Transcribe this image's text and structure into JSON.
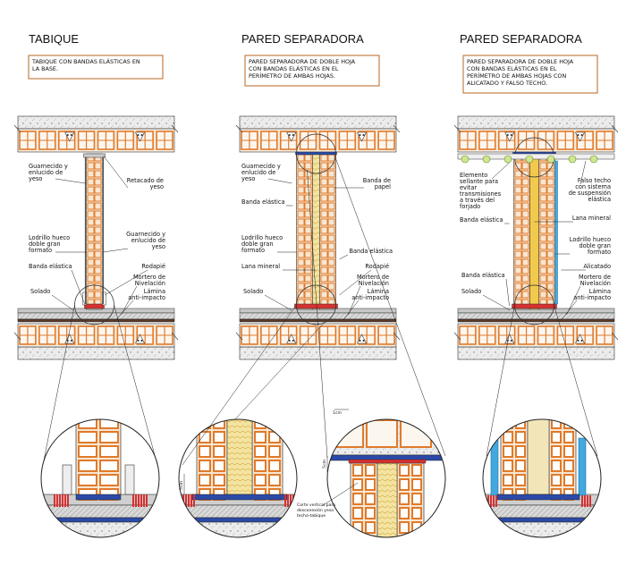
{
  "panels": [
    {
      "title": "TABIQUE",
      "note": [
        "TABIQUE CON BANDAS ELÁSTICAS EN",
        "LA BASE."
      ],
      "labels": {
        "guarnecido": [
          "Guarnecido y",
          "enlucido de",
          "yeso"
        ],
        "retacado": [
          "Retacado de",
          "yeso"
        ],
        "lhdgf": [
          "Lodrillo hueco",
          "doble gran",
          "formato"
        ],
        "guarnecido2": [
          "Guarnecido y",
          "enlucido de",
          "yeso"
        ],
        "banda": "Banda elástica",
        "rodapie": "Rodapié",
        "mortero": [
          "Mortero de",
          "Nivelación"
        ],
        "solado": "Solado",
        "lamina": [
          "Lámina",
          "anti-impacto"
        ]
      }
    },
    {
      "title": "PARED SEPARADORA",
      "note": [
        "PARED SEPARADORA DE DOBLE HOJA",
        "CON BANDAS ELÁSTICAS EN EL",
        "PERÍMETRO DE AMBAS HOJAS."
      ],
      "labels": {
        "guarnecido": [
          "Guarnecido y",
          "enlucido de",
          "yeso"
        ],
        "papel": [
          "Banda de",
          "papel"
        ],
        "banda": "Banda elástica",
        "lhdgf": [
          "Lodrillo hueco",
          "doble gran",
          "formato"
        ],
        "banda2": "Banda elástica",
        "lana": "Lana mineral",
        "rodapie": "Rodapié",
        "mortero": [
          "Mortero de",
          "Nivelación"
        ],
        "solado": "Solado",
        "lamina": [
          "Lámina",
          "anti-impacto"
        ]
      }
    },
    {
      "title": "PARED SEPARADORA",
      "note": [
        "PARED SEPARADORA DE DOBLE HOJA",
        "CON BANDAS ELÁSTICAS EN EL",
        "PERÍMETRO DE AMBAS HOJAS CON",
        "ALICATADO Y FALSO TECHO."
      ],
      "labels": {
        "elemento": [
          "Elemento",
          "sellante para",
          "evitar",
          "transmisiones",
          "a través del",
          "forjado"
        ],
        "falso": [
          "Falso techo",
          "con sistema",
          "de suspensión",
          "elástica"
        ],
        "banda": "Banda elástica",
        "lana": "Lana mineral",
        "lhdgf": [
          "Lodrillo hueco",
          "doble gran",
          "formato"
        ],
        "alicatado": "Alicatado",
        "banda2": "Banda elástica",
        "mortero": [
          "Mortero de",
          "Nivelación"
        ],
        "solado": "Solado",
        "lamina": [
          "Lámina",
          "anti-impacto"
        ]
      }
    }
  ],
  "details": {
    "dim_5cm": "5cm",
    "dim_1cm": "1cm",
    "corte_note": [
      "Corte vertical para",
      "desconexión yeso",
      "techo-tabique"
    ]
  },
  "colors": {
    "brick": "#e07a2a",
    "brick_fill": "#f7e6d2",
    "insulation": "#f5e3a0",
    "elastic_band": "#2b4aa8",
    "red_band": "#d83030",
    "blue_tile": "#44a8e0",
    "concrete": "#e4e4e4",
    "green_rod": "#cfe890",
    "box_border": "#b8661f"
  }
}
